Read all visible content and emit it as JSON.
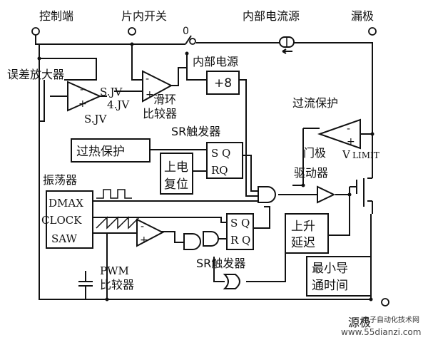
{
  "terminals": {
    "control": "控制端",
    "on_chip_switch": "片内开关",
    "switch_state": "0",
    "internal_current_source": "内部电流源",
    "drain": "漏极",
    "source": "源极"
  },
  "blocks": {
    "error_amp": "误差放大器",
    "ref_sjv_1": "S.JV",
    "ref_4jv": "4.JV",
    "ref_sjv_2": "S.JV",
    "hysteresis_comp_line1": "滑环",
    "hysteresis_comp_line2": "比较器",
    "internal_supply": "内部电源",
    "plus8": "+8",
    "sr_latch_top": "SR触发器",
    "over_temp": "过热保护",
    "power_on_line1": "上电",
    "power_on_line2": "复位",
    "sq": "S Q",
    "rq": "RQ",
    "over_current": "过流保护",
    "vlimit_v": "V",
    "vlimit_sub": "LIMIT",
    "gate_driver_line1": "门极",
    "gate_driver_line2": "驱动器",
    "oscillator": "振荡器",
    "dmax": "DMAX",
    "clock": "CLOCK",
    "saw": "SAW",
    "sq2": "S Q",
    "rq2": "R Q",
    "leading_edge_line1": "上升",
    "leading_edge_line2": "延迟",
    "sr_latch_bottom": "SR触发器",
    "min_on_line1": "最小导",
    "min_on_line2": "通时间",
    "pwm_line1": "PWM",
    "pwm_line2": "比较器",
    "op_minus": "-",
    "op_plus": "+"
  },
  "watermark": {
    "line1": "电子自动化技术网",
    "line2": "www.55dianzi.com"
  }
}
